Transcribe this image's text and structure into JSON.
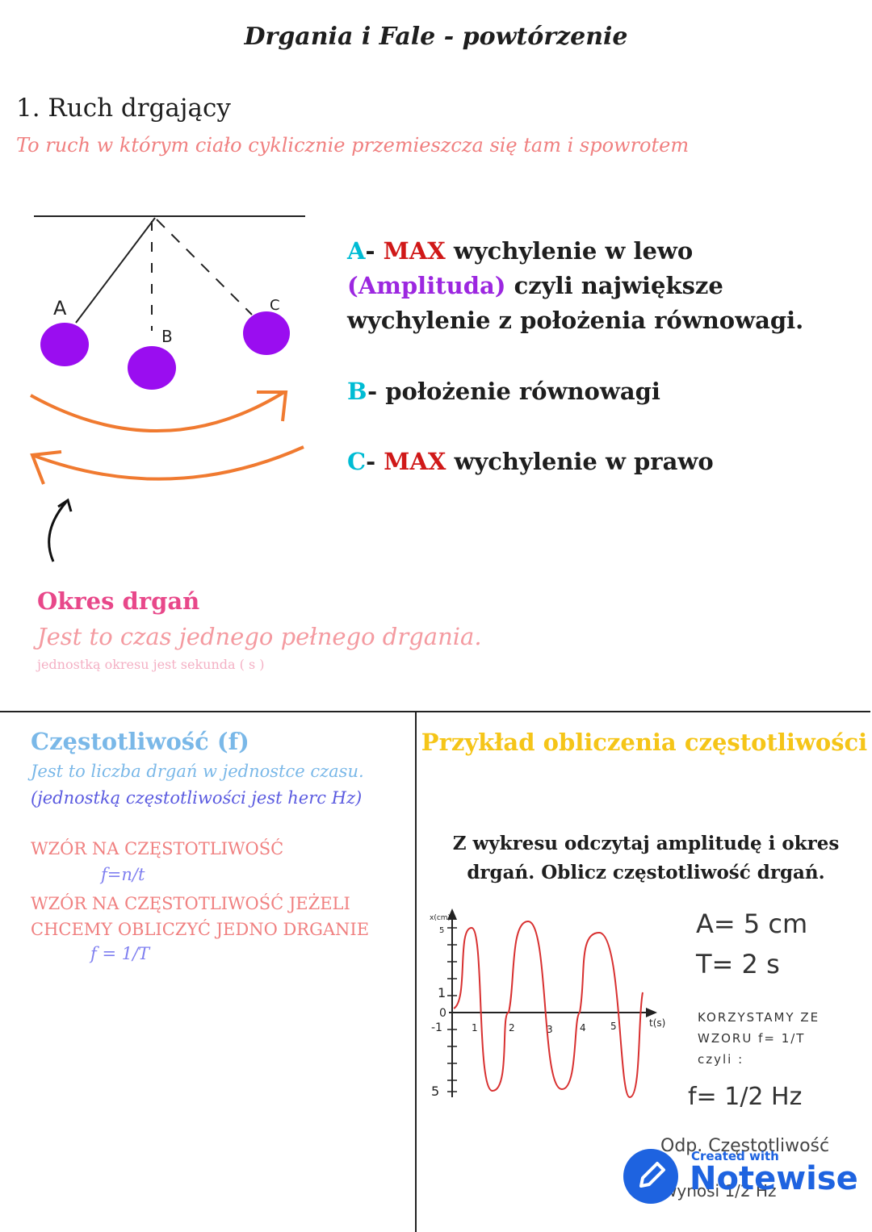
{
  "title": "Drgania i Fale - powtórzenie",
  "section1": {
    "heading": "1. Ruch drgający",
    "definition": "To ruch w którym ciało cyklicznie przemieszcza się tam i spowrotem",
    "labels": {
      "a": "A",
      "b": "B",
      "c": "C"
    }
  },
  "descriptions": {
    "a_letter": "A",
    "a_dash": "- ",
    "a_max": "MAX",
    "a_text1": " wychylenie w lewo ",
    "a_amp": "(Amplituda)",
    "a_text2": " czyli największe wychylenie z położenia równowagi.",
    "b_letter": "B",
    "b_text": "- położenie równowagi",
    "c_letter": "C",
    "c_dash": "- ",
    "c_max": "MAX",
    "c_text": " wychylenie w prawo"
  },
  "okres": {
    "heading": "Okres drgań",
    "definition": "Jest to czas jednego pełnego drgania.",
    "unit": "jednostką okresu jest sekunda ( s )"
  },
  "frequency": {
    "heading": "Częstotliwość (f)",
    "definition": "Jest to liczba drgań w jednostce czasu.",
    "unit": "(jednostką częstotliwości jest herc Hz)",
    "formula_heading": "WZÓR NA CZĘSTOTLIWOŚĆ",
    "formula1": "f=n/t",
    "formula_heading2": "WZÓR NA CZĘSTOTLIWOŚĆ JEŻELI CHCEMY OBLICZYĆ JEDNO DRGANIE",
    "formula2": "f = 1/T"
  },
  "example": {
    "heading": "Przykład obliczenia częstotliwości",
    "task": "Z wykresu odczytaj amplitudę i okres drgań. Oblicz częstotliwość drgań.",
    "graph": {
      "ylabel": "x(cm)",
      "xlabel": "t(s)",
      "y_ticks": [
        "5",
        "1",
        "0",
        "-1",
        "5"
      ],
      "x_ticks": [
        "1",
        "2",
        "3",
        "4",
        "5"
      ]
    },
    "answer_a": "A= 5 cm",
    "answer_t": "T= 2 s",
    "answer_k1": "KORZYSTAMY ZE",
    "answer_k2": "WZORU f= 1/T",
    "answer_k3": "czyli :",
    "answer_f": "f= 1/2 Hz",
    "answer_odp": "Odp. Częstotliwość",
    "answer_odp2": "wynosi 1/2 Hz"
  },
  "logo": {
    "small": "Created with",
    "big": "Notewise"
  }
}
